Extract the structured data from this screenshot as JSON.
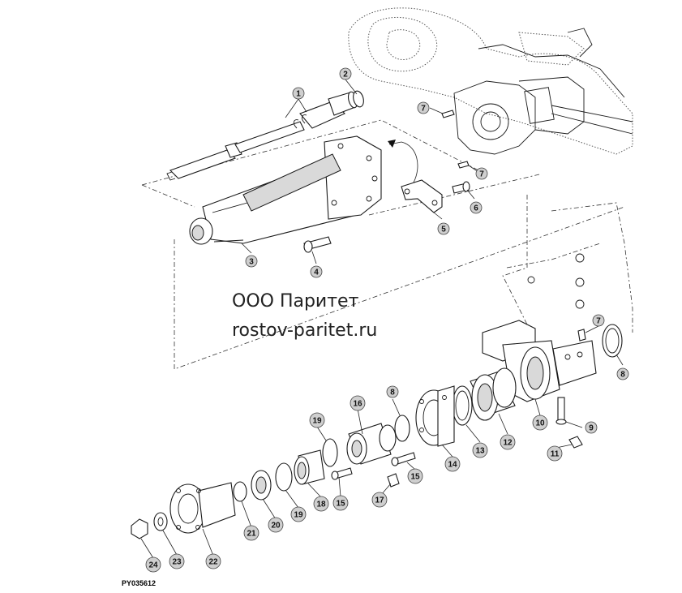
{
  "watermark": {
    "line1": "ООО Паритет",
    "line2": "rostov-paritet.ru"
  },
  "figure_code": "PY035612",
  "callouts": [
    {
      "id": "c1",
      "label": "1"
    },
    {
      "id": "c2",
      "label": "2"
    },
    {
      "id": "c3",
      "label": "3"
    },
    {
      "id": "c4",
      "label": "4"
    },
    {
      "id": "c5",
      "label": "5"
    },
    {
      "id": "c6",
      "label": "6"
    },
    {
      "id": "c7a",
      "label": "7"
    },
    {
      "id": "c7b",
      "label": "7"
    },
    {
      "id": "c7c",
      "label": "7"
    },
    {
      "id": "c8a",
      "label": "8"
    },
    {
      "id": "c8b",
      "label": "8"
    },
    {
      "id": "c9",
      "label": "9"
    },
    {
      "id": "c10",
      "label": "10"
    },
    {
      "id": "c11",
      "label": "11"
    },
    {
      "id": "c12",
      "label": "12"
    },
    {
      "id": "c13",
      "label": "13"
    },
    {
      "id": "c14",
      "label": "14"
    },
    {
      "id": "c15a",
      "label": "15"
    },
    {
      "id": "c15b",
      "label": "15"
    },
    {
      "id": "c16",
      "label": "16"
    },
    {
      "id": "c17",
      "label": "17"
    },
    {
      "id": "c18",
      "label": "18"
    },
    {
      "id": "c19a",
      "label": "19"
    },
    {
      "id": "c19b",
      "label": "19"
    },
    {
      "id": "c20",
      "label": "20"
    },
    {
      "id": "c21",
      "label": "21"
    },
    {
      "id": "c22",
      "label": "22"
    },
    {
      "id": "c23",
      "label": "23"
    },
    {
      "id": "c24",
      "label": "24"
    }
  ],
  "colors": {
    "line": "#1a1a1a",
    "bubble": "#cfcfcf",
    "background": "#ffffff"
  }
}
